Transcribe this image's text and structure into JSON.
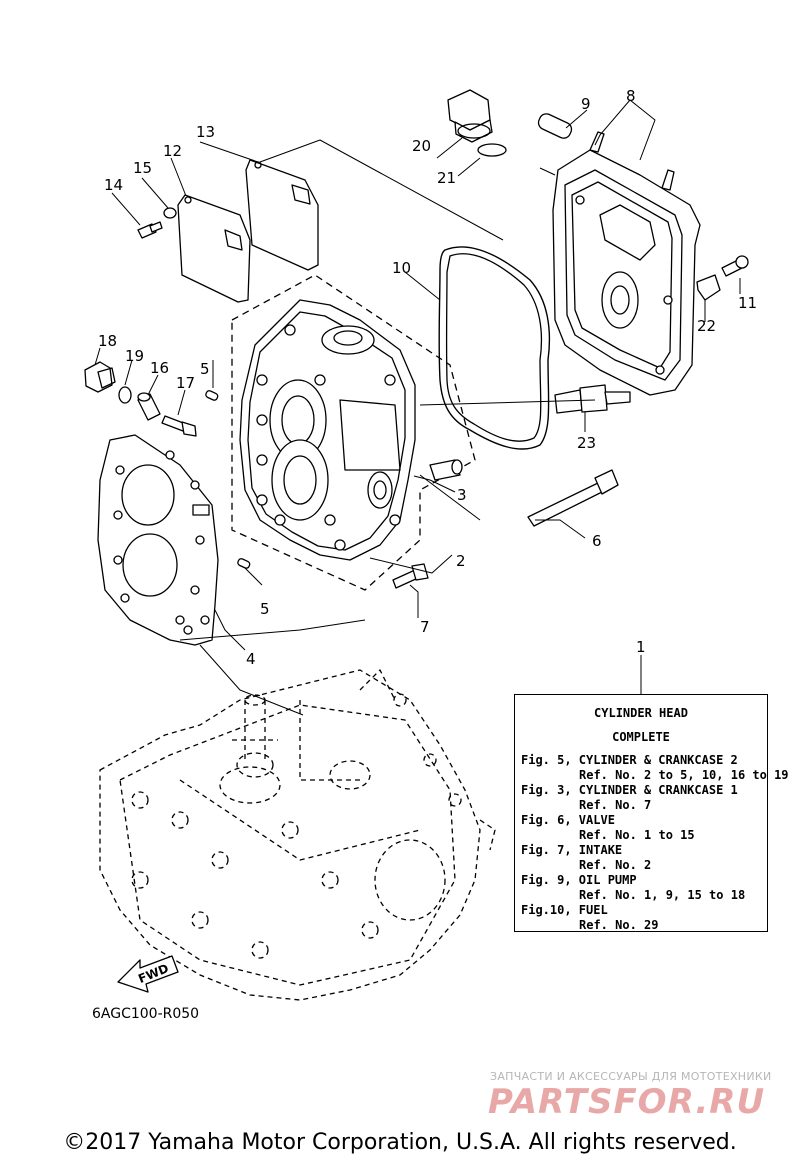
{
  "callouts": [
    "1",
    "2",
    "3",
    "4",
    "5",
    "5",
    "6",
    "7",
    "8",
    "9",
    "10",
    "11",
    "12",
    "13",
    "14",
    "15",
    "16",
    "17",
    "18",
    "19",
    "20",
    "21",
    "22",
    "23"
  ],
  "info_box": {
    "title_line1": "CYLINDER HEAD",
    "title_line2": "COMPLETE",
    "references": [
      {
        "fig": "Fig. 5, CYLINDER & CRANKCASE 2",
        "ref": "Ref. No. 2 to 5, 10, 16 to 19"
      },
      {
        "fig": "Fig. 3, CYLINDER & CRANKCASE 1",
        "ref": "Ref. No. 7"
      },
      {
        "fig": "Fig. 6, VALVE",
        "ref": "Ref. No. 1 to 15"
      },
      {
        "fig": "Fig. 7, INTAKE",
        "ref": "Ref. No. 2"
      },
      {
        "fig": "Fig. 9, OIL PUMP",
        "ref": "Ref. No. 1, 9, 15 to 18"
      },
      {
        "fig": "Fig.10, FUEL",
        "ref": "Ref. No. 29"
      }
    ]
  },
  "fwd_label": "FWD",
  "diagram_code": "6AGC100-R050",
  "watermark": {
    "tagline": "ЗАПЧАСТИ И АКСЕССУАРЫ ДЛЯ МОТОТЕХНИКИ",
    "logo": "PARTSFOR.RU"
  },
  "copyright": "©2017 Yamaha Motor Corporation, U.S.A. All rights reserved.",
  "colors": {
    "line": "#000000",
    "watermark_logo": "#e8a8a8",
    "watermark_text": "#b6b6b6"
  }
}
